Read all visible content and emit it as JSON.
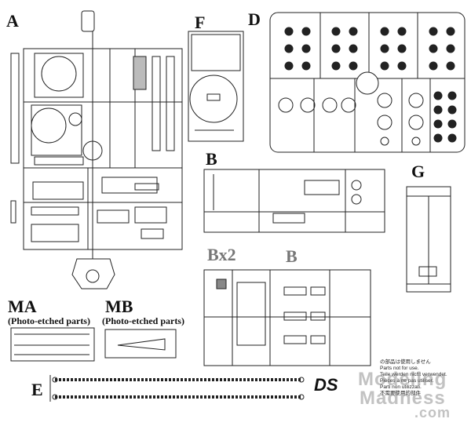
{
  "sprues": {
    "A": {
      "label": "A"
    },
    "F": {
      "label": "F"
    },
    "D": {
      "label": "D"
    },
    "B": {
      "label": "B"
    },
    "G": {
      "label": "G"
    },
    "Bx2": {
      "label": "Bx2"
    },
    "B2": {
      "label": "B"
    },
    "MA": {
      "label": "MA",
      "sub": "(Photo-etched parts)"
    },
    "MB": {
      "label": "MB",
      "sub": "(Photo-etched parts)"
    },
    "E": {
      "label": "E"
    }
  },
  "logo": {
    "text": "DS"
  },
  "notice": {
    "lines": [
      "の部品は使用しません",
      "Parts not for use.",
      "Teile werden nicht verwendet.",
      "Pièces à ne pas utiliser.",
      "Parti non utilizzati.",
      "不需要使用的部件"
    ]
  },
  "watermark": {
    "line1": "Modeling",
    "line2": "Madness",
    "line3": ".com"
  }
}
